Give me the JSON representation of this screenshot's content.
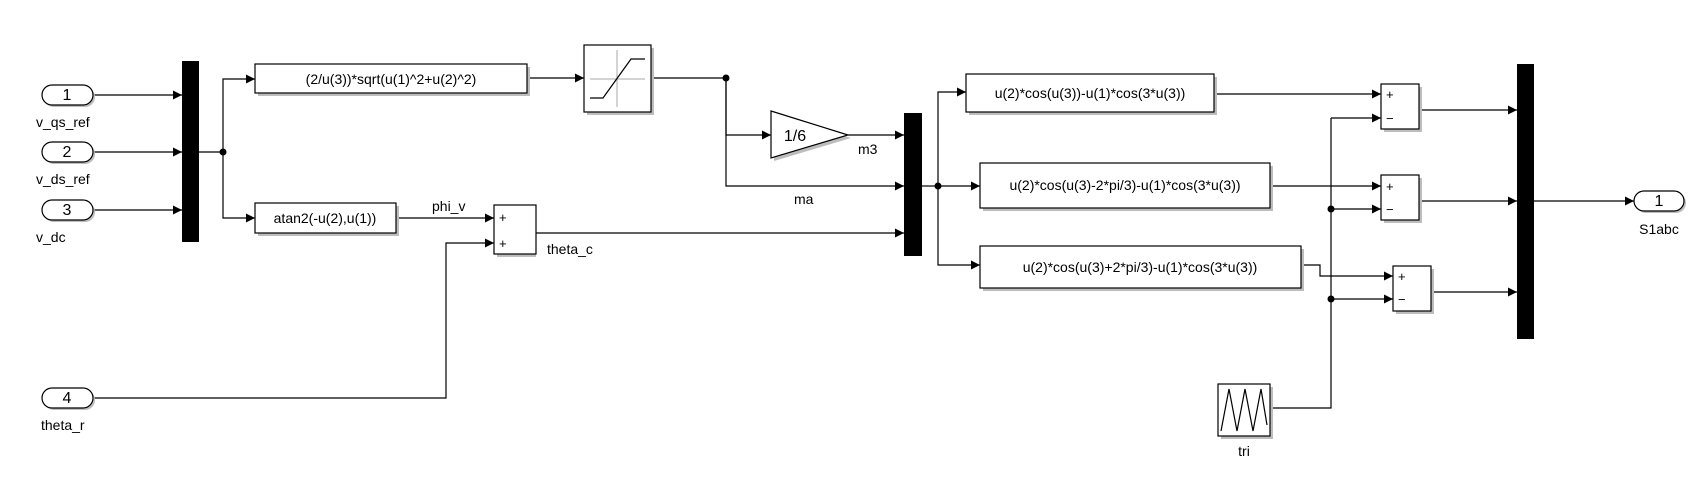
{
  "inports": [
    {
      "port": "1",
      "label": "v_qs_ref"
    },
    {
      "port": "2",
      "label": "v_ds_ref"
    },
    {
      "port": "3",
      "label": "v_dc"
    },
    {
      "port": "4",
      "label": "theta_r"
    }
  ],
  "outports": [
    {
      "port": "1",
      "label": "S1abc"
    }
  ],
  "fcn_blocks": {
    "magnitude": "(2/u(3))*sqrt(u(1)^2+u(2)^2)",
    "angle": "atan2(-u(2),u(1))",
    "phase_a": "u(2)*cos(u(3))-u(1)*cos(3*u(3))",
    "phase_b": "u(2)*cos(u(3)-2*pi/3)-u(1)*cos(3*u(3))",
    "phase_c": "u(2)*cos(u(3)+2*pi/3)-u(1)*cos(3*u(3))"
  },
  "gain": {
    "value": "1/6"
  },
  "sum_signs": {
    "plus": "+",
    "minus": "−"
  },
  "signals": {
    "phi_v": "phi_v",
    "theta_c": "theta_c",
    "m3": "m3",
    "ma": "ma"
  },
  "source_block": {
    "label": "tri"
  }
}
